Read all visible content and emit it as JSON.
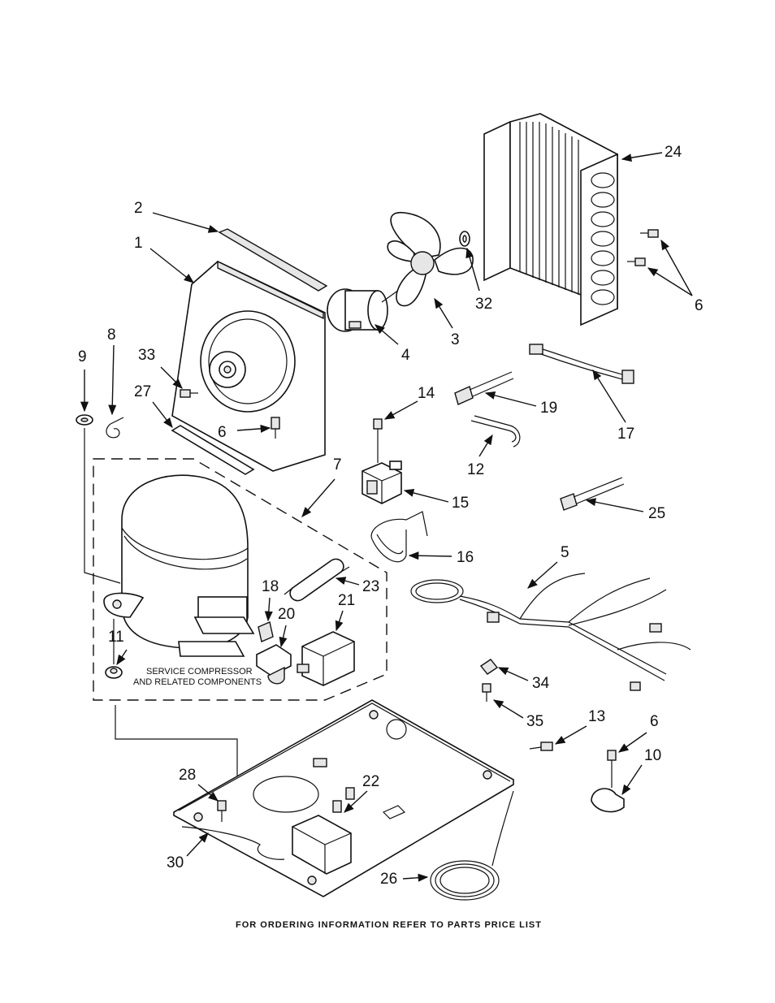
{
  "callouts": {
    "c1": "1",
    "c2": "2",
    "c3": "3",
    "c4": "4",
    "c5": "5",
    "c6a": "6",
    "c6b": "6",
    "c6c": "6",
    "c7": "7",
    "c8": "8",
    "c9": "9",
    "c10": "10",
    "c11": "11",
    "c12": "12",
    "c13": "13",
    "c14": "14",
    "c15": "15",
    "c16": "16",
    "c17": "17",
    "c18": "18",
    "c19": "19",
    "c20": "20",
    "c21": "21",
    "c22": "22",
    "c23": "23",
    "c24": "24",
    "c25": "25",
    "c26": "26",
    "c27": "27",
    "c28": "28",
    "c30": "30",
    "c32": "32",
    "c33": "33",
    "c34": "34",
    "c35": "35"
  },
  "note": {
    "line1": "SERVICE COMPRESSOR",
    "line2": "AND RELATED COMPONENTS"
  },
  "footer": "FOR ORDERING INFORMATION REFER TO PARTS PRICE LIST"
}
